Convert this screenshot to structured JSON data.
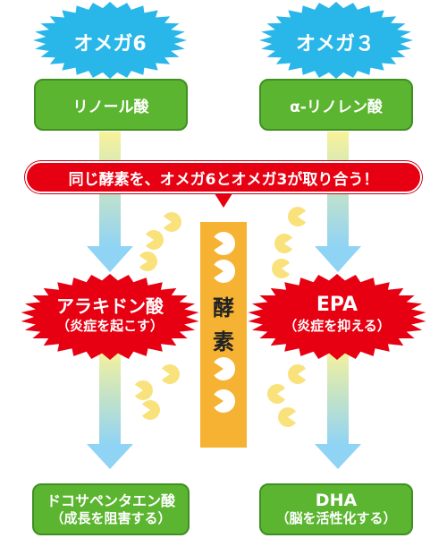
{
  "diagram": {
    "omega6": {
      "title": "オメガ6",
      "source_acid": "リノール酸",
      "product_acid": "アラキドン酸",
      "product_effect": "（炎症を起こす）",
      "final_acid": "ドコサペンタエン酸",
      "final_effect": "（成長を阻害する）"
    },
    "omega3": {
      "title": "オメガ３",
      "source_acid": "α-リノレン酸",
      "product_acid": "EPA",
      "product_effect": "（炎症を抑える）",
      "final_acid": "DHA",
      "final_effect": "（脳を活性化する）"
    },
    "banner": "同じ酵素を、オメガ6とオメガ3が取り合う！",
    "enzyme": [
      "酵",
      "素"
    ],
    "colors": {
      "starburst_cyan": "#29b6e8",
      "green_box": "#5cb531",
      "red": "#e60012",
      "enzyme_bar": "#f6b233",
      "arrow_top": "#f8f29a",
      "arrow_bottom": "#8fd3f5",
      "pacman": "#f9e27c"
    },
    "icons": [
      "pacman-icon",
      "starburst-shape",
      "arrow-down-icon"
    ]
  }
}
